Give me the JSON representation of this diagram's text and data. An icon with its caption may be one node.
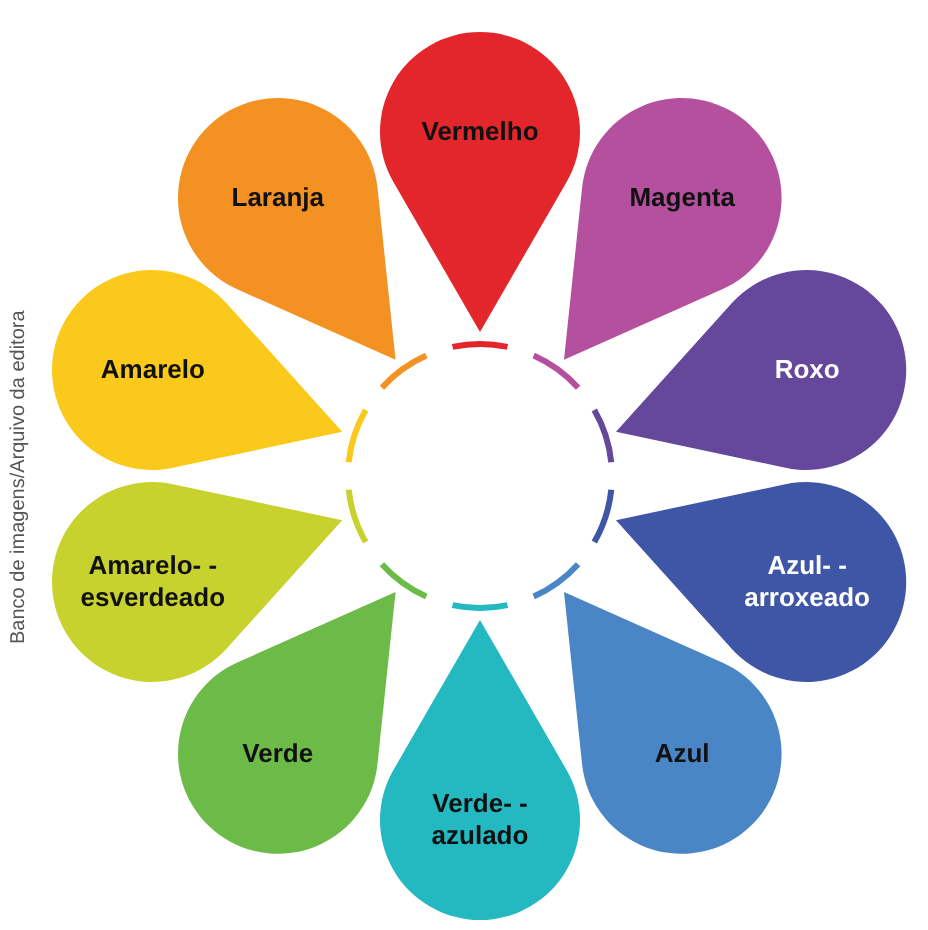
{
  "diagram": {
    "nodes": [
      {
        "text": [
          "Vermelho"
        ]
      },
      {
        "text": [
          "Magenta"
        ]
      },
      {
        "text": [
          "Roxo"
        ]
      },
      {
        "text": [
          "Azul- -arroxeado"
        ]
      },
      {
        "text": [
          "Azul"
        ]
      },
      {
        "text": [
          "Verde- -azulado"
        ]
      },
      {
        "text": [
          "Verde"
        ]
      },
      {
        "text": [
          "Amarelo- -esverdeado"
        ]
      },
      {
        "text": [
          "Amarelo"
        ]
      },
      {
        "text": [
          "Laranja"
        ]
      }
    ],
    "edges": [],
    "labels": [
      "Banco de imagens/Arquivo da editora"
    ]
  }
}
